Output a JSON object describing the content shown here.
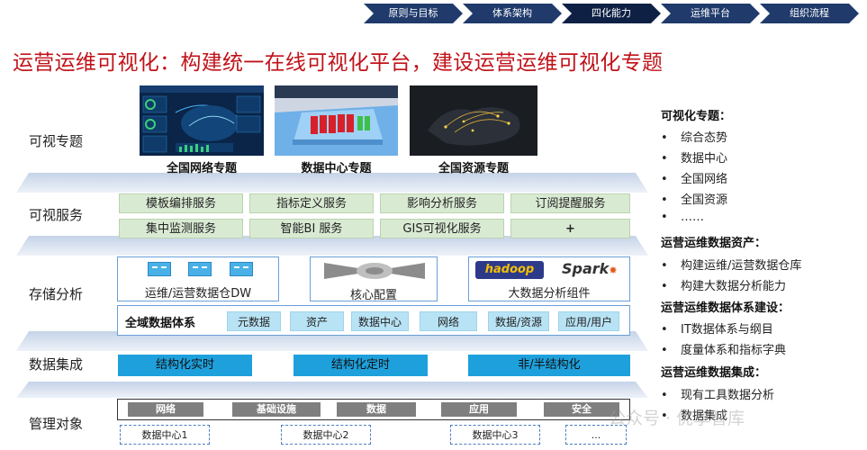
{
  "nav": {
    "steps": [
      "原则与目标",
      "体系架构",
      "四化能力",
      "运维平台",
      "组织流程"
    ]
  },
  "page_title": "运营运维可视化：构建统一在线可视化平台，建设运营运维可视化专题",
  "rows": {
    "topics": "可视专题",
    "services": "可视服务",
    "storage": "存储分析",
    "integration": "数据集成",
    "management": "管理对象"
  },
  "topics": [
    {
      "caption": "全国网络专题"
    },
    {
      "caption": "数据中心专题"
    },
    {
      "caption": "全国资源专题"
    }
  ],
  "services": [
    "模板编排服务",
    "指标定义服务",
    "影响分析服务",
    "订阅提醒服务",
    "集中监测服务",
    "智能BI 服务",
    "GIS可视化服务",
    "+"
  ],
  "storage": {
    "dw_label": "运维/运营数据仓DW",
    "core_label": "核心配置",
    "bigdata_label": "大数据分析组件",
    "hadoop": "hadoop",
    "spark": "Spark",
    "domain_label": "全域数据体系",
    "domain_tags": [
      "元数据",
      "资产",
      "数据中心",
      "网络",
      "数据/资源",
      "应用/用户"
    ]
  },
  "integration": [
    "结构化实时",
    "结构化定时",
    "非/半结构化"
  ],
  "management": {
    "categories": [
      "网络",
      "基础设施",
      "数据",
      "应用",
      "安全"
    ],
    "datacenters": [
      "数据中心1",
      "数据中心2",
      "数据中心3",
      "..."
    ]
  },
  "right_panel": {
    "sections": [
      {
        "heading": "可视化专题：",
        "items": [
          "综合态势",
          "数据中心",
          "全国网络",
          "全国资源",
          "……"
        ]
      },
      {
        "heading": "运营运维数据资产：",
        "items": [
          "构建运维/运营数据仓库",
          "构建大数据分析能力"
        ]
      },
      {
        "heading": "运营运维数据体系建设：",
        "items": [
          "IT数据体系与纲目",
          "度量体系和指标字典"
        ]
      },
      {
        "heading": "运营运维数据集成：",
        "items": [
          "现有工具数据分析",
          "数据集成"
        ]
      }
    ],
    "bullet": "•"
  },
  "watermark": "公众号 · 优享智库",
  "colors": {
    "title": "#c0131a",
    "nav": "#1f3a6b",
    "nav_active": "#0e2145",
    "service_bg": "#d9ead3",
    "integration": "#1ea0dc"
  }
}
